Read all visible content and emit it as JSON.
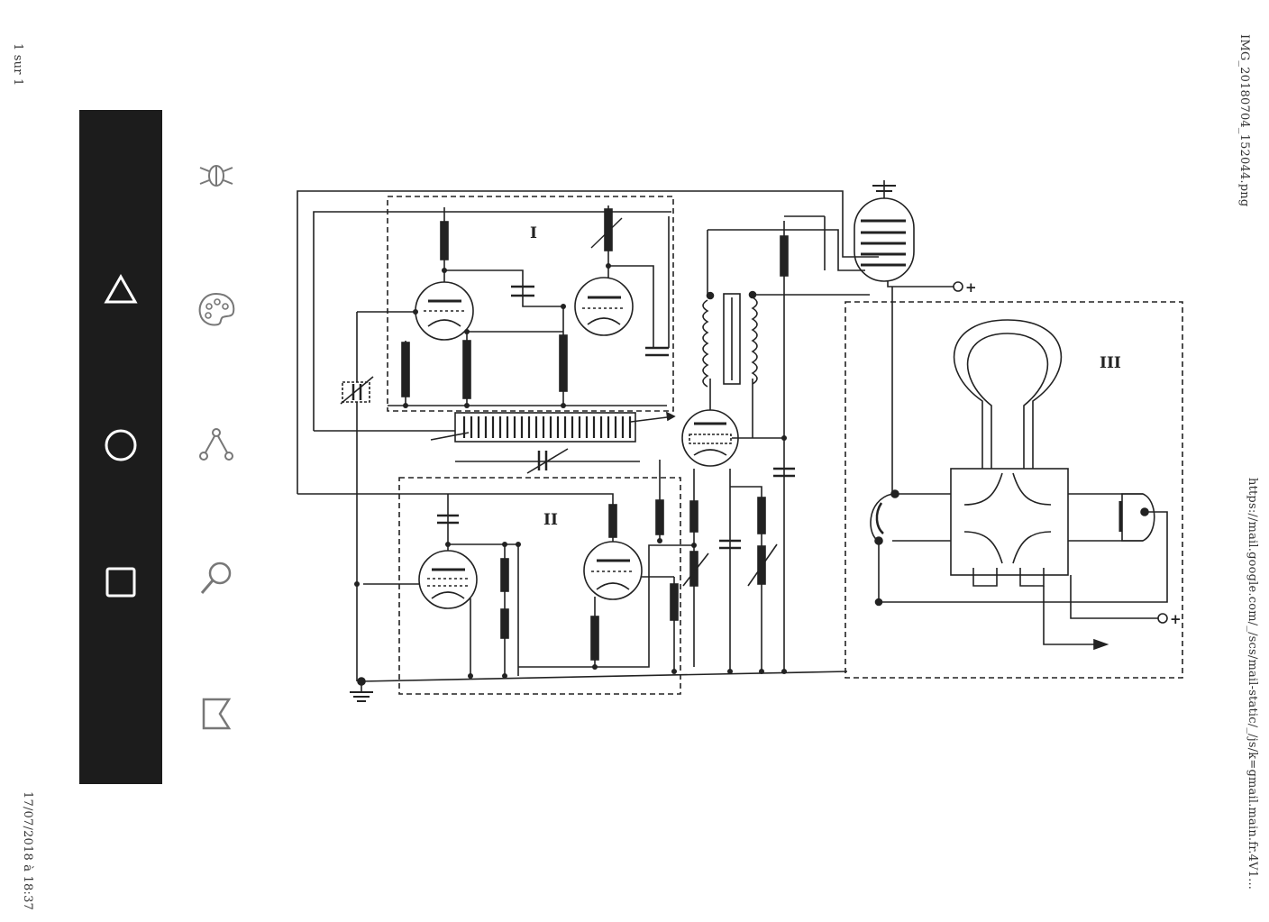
{
  "page_counter": "1 sur 1",
  "timestamp": "17/07/2018 à 18:37",
  "file_name": "IMG_20180704_152044.png",
  "url": "https://mail.google.com/_/scs/mail-static/_/js/k=gmail.main.fr.4V1...",
  "navbar": {
    "background": "#1c1c1c",
    "buttons": [
      {
        "icon": "triangle-back-icon"
      },
      {
        "icon": "circle-home-icon"
      },
      {
        "icon": "square-recents-icon"
      }
    ]
  },
  "side_icons": [
    "bug-icon",
    "palette-icon",
    "share-icon",
    "search-icon",
    "bookmark-icon"
  ],
  "schematic": {
    "block_labels": [
      "I",
      "II",
      "III"
    ],
    "terminal_labels": [
      "+",
      "+"
    ]
  }
}
